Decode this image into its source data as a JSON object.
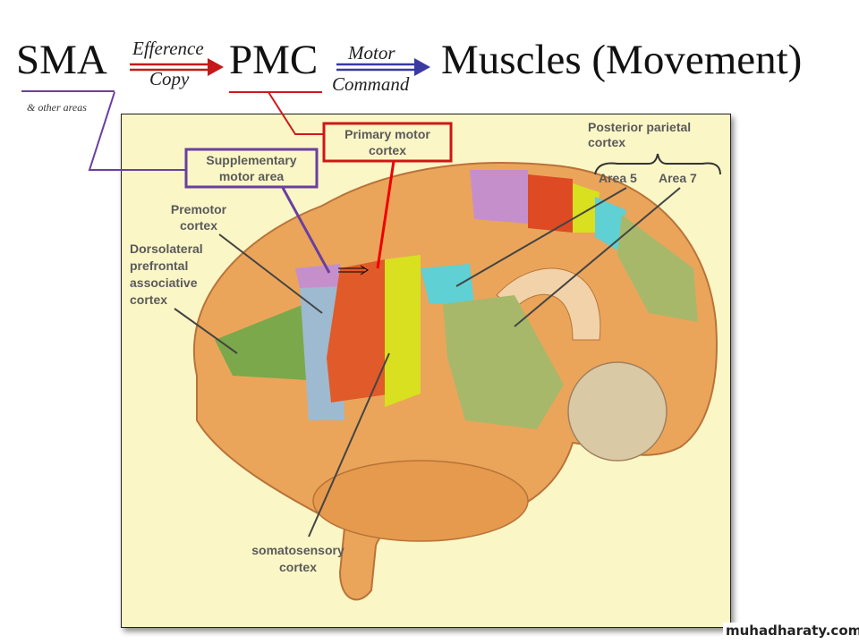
{
  "header": {
    "sma": "SMA",
    "sma_note": "& other areas",
    "arrow1_top": "Efference",
    "arrow1_bottom": "Copy",
    "pmc": "PMC",
    "arrow2_top": "Motor",
    "arrow2_bottom": "Command",
    "target": "Muscles (Movement)"
  },
  "figure": {
    "labels": {
      "primary_motor_1": "Primary motor",
      "primary_motor_2": "cortex",
      "sma_1": "Supplementary",
      "sma_2": "motor area",
      "premotor_1": "Premotor",
      "premotor_2": "cortex",
      "dlpfc_1": "Dorsolateral",
      "dlpfc_2": "prefrontal",
      "dlpfc_3": "associative",
      "dlpfc_4": "cortex",
      "ppc_1": "Posterior parietal",
      "ppc_2": "cortex",
      "area5": "Area 5",
      "area7": "Area 7",
      "somato_1": "somatosensory",
      "somato_2": "cortex"
    }
  },
  "colors": {
    "sma_purple": "#6a3fa0",
    "pmc_red": "#cc1a1a",
    "motor_blue": "#3a3aa0",
    "figure_bg": "#fbf6c6"
  },
  "watermark": "muhadharaty.com"
}
